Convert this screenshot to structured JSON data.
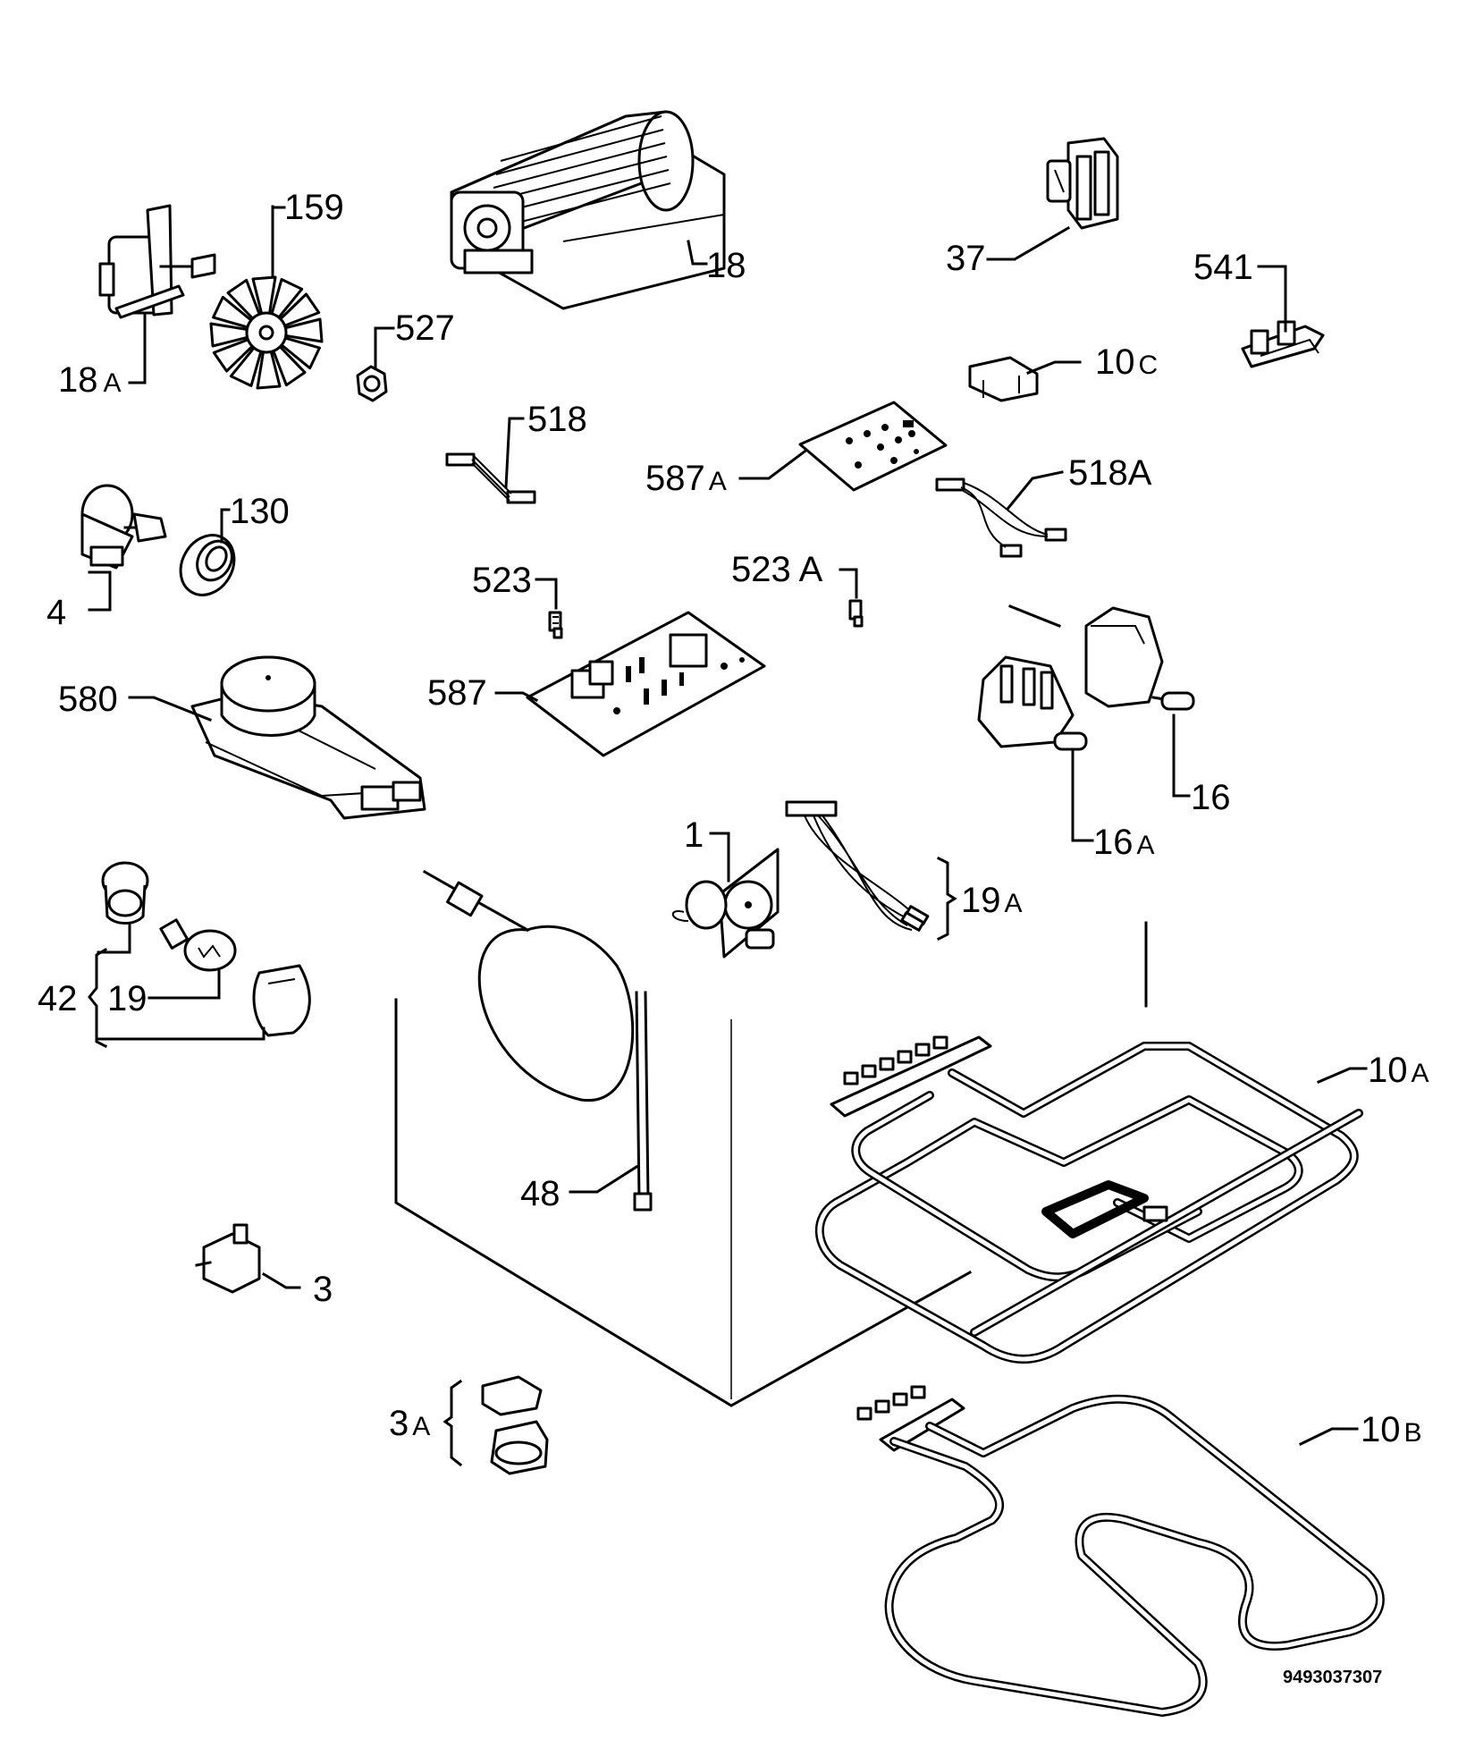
{
  "diagram": {
    "drawing_number": "9493037307",
    "callouts": [
      {
        "id": "c18",
        "num": "18",
        "suffix": ""
      },
      {
        "id": "c159",
        "num": "159",
        "suffix": ""
      },
      {
        "id": "c18a",
        "num": "18",
        "suffix": "A"
      },
      {
        "id": "c527",
        "num": "527",
        "suffix": ""
      },
      {
        "id": "c37",
        "num": "37",
        "suffix": ""
      },
      {
        "id": "c541",
        "num": "541",
        "suffix": ""
      },
      {
        "id": "c10c",
        "num": "10",
        "suffix": "C"
      },
      {
        "id": "c518",
        "num": "518",
        "suffix": ""
      },
      {
        "id": "c587a",
        "num": "587",
        "suffix": "A"
      },
      {
        "id": "c518a",
        "num": "518A",
        "suffix": ""
      },
      {
        "id": "c130",
        "num": "130",
        "suffix": ""
      },
      {
        "id": "c4",
        "num": "4",
        "suffix": ""
      },
      {
        "id": "c523",
        "num": "523",
        "suffix": ""
      },
      {
        "id": "c523a",
        "num": "523 A",
        "suffix": ""
      },
      {
        "id": "c580",
        "num": "580",
        "suffix": ""
      },
      {
        "id": "c587",
        "num": "587",
        "suffix": ""
      },
      {
        "id": "c16",
        "num": "16",
        "suffix": ""
      },
      {
        "id": "c16a",
        "num": "16",
        "suffix": "A"
      },
      {
        "id": "c1",
        "num": "1",
        "suffix": ""
      },
      {
        "id": "c19a",
        "num": "19",
        "suffix": "A"
      },
      {
        "id": "c42",
        "num": "42",
        "suffix": ""
      },
      {
        "id": "c19",
        "num": "19",
        "suffix": ""
      },
      {
        "id": "c10a",
        "num": "10",
        "suffix": "A"
      },
      {
        "id": "c48",
        "num": "48",
        "suffix": ""
      },
      {
        "id": "c3",
        "num": "3",
        "suffix": ""
      },
      {
        "id": "c3a",
        "num": "3",
        "suffix": "A"
      },
      {
        "id": "c10b",
        "num": "10",
        "suffix": "B"
      }
    ]
  }
}
